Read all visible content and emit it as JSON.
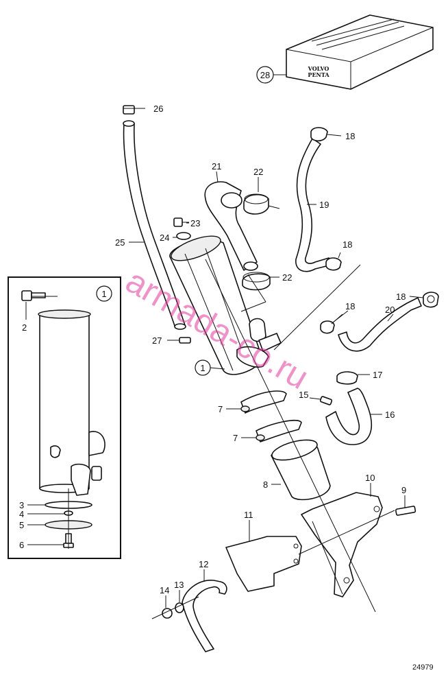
{
  "watermark": "armada-co.ru",
  "drawing_number": "24979",
  "kit_box": {
    "brand_line1": "VOLVO",
    "brand_line2": "PENTA"
  },
  "inset_callout": "1",
  "labels": {
    "p1": "1",
    "p2": "2",
    "p3": "3",
    "p4": "4",
    "p5": "5",
    "p6": "6",
    "p7a": "7",
    "p7b": "7",
    "p8": "8",
    "p9": "9",
    "p10": "10",
    "p11": "11",
    "p12": "12",
    "p13": "13",
    "p14": "14",
    "p15": "15",
    "p16": "16",
    "p17": "17",
    "p18a": "18",
    "p18b": "18",
    "p18c": "18",
    "p18d": "18",
    "p19": "19",
    "p20": "20",
    "p21": "21",
    "p22a": "22",
    "p22b": "22",
    "p23": "23",
    "p24": "24",
    "p25": "25",
    "p26": "26",
    "p27": "27",
    "p28": "28"
  }
}
